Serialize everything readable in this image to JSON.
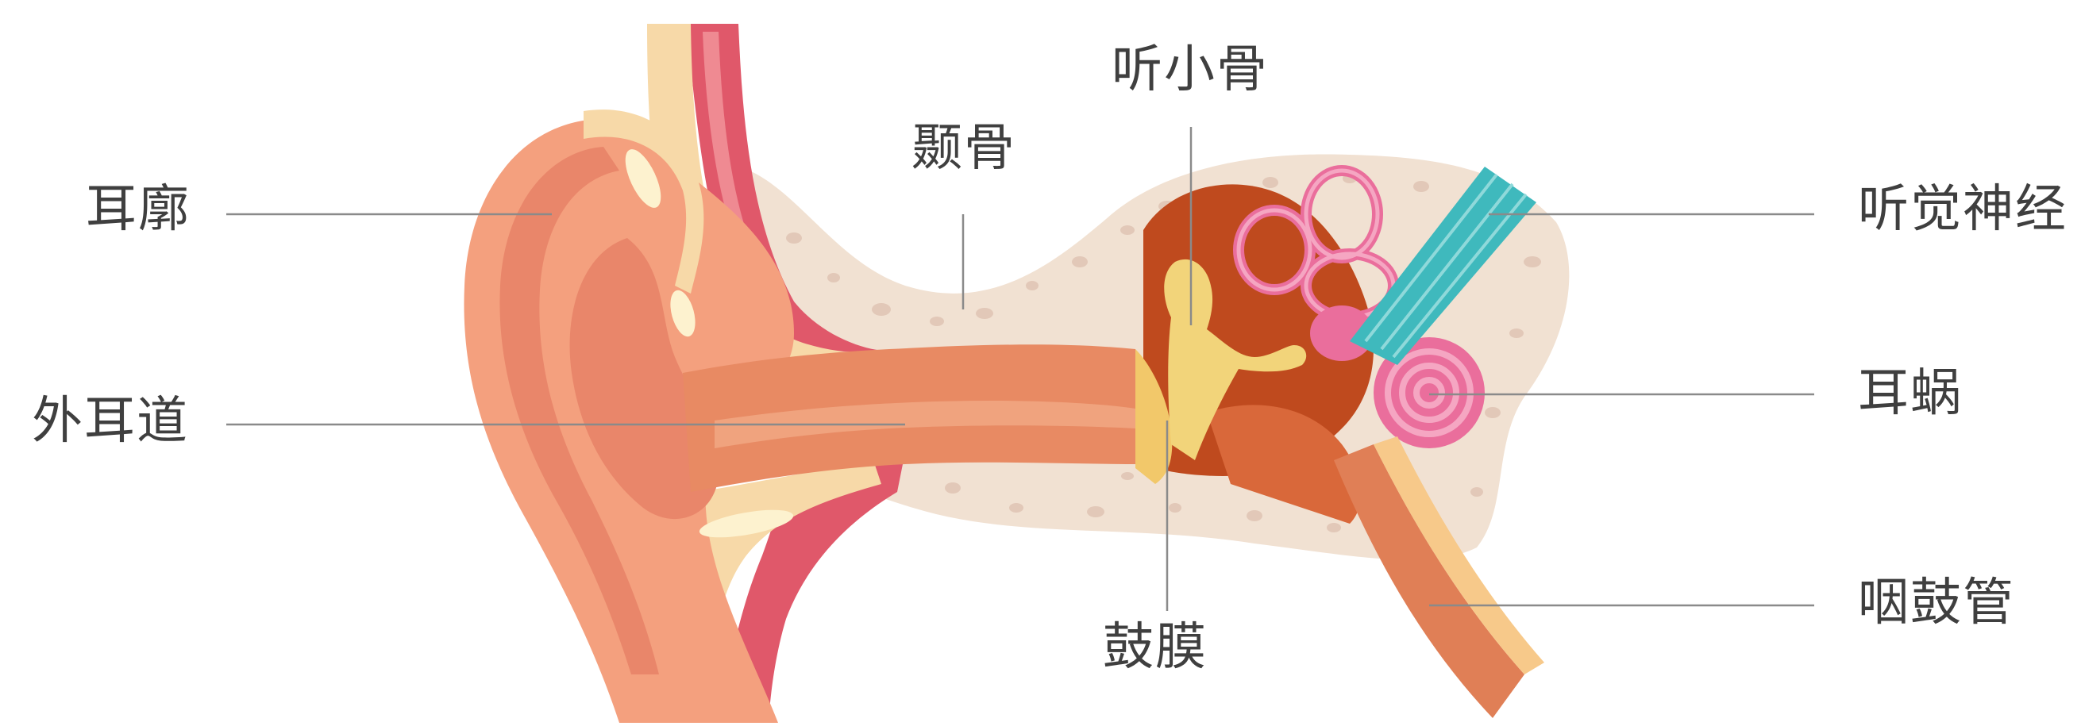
{
  "diagram": {
    "labels": {
      "auricle": "耳廓",
      "ear_canal": "外耳道",
      "temporal_bone": "颞骨",
      "ossicles": "听小骨",
      "eardrum": "鼓膜",
      "auditory_nerve": "听觉神经",
      "cochlea": "耳蜗",
      "eustachian_tube": "咽鼓管"
    },
    "colors": {
      "skin_outer": "#f4a07e",
      "skin_inner": "#e9866a",
      "cartilage": "#f7d9a8",
      "cartilage_highlight": "#fdf2cf",
      "muscle": "#e0586a",
      "muscle_light": "#ef8a92",
      "bone": "#f1e1d2",
      "bone_dots": "#e2c8b8",
      "canal": "#e88a63",
      "middle_ear": "#bf4a1e",
      "ossicle": "#f2d47a",
      "labyrinth": "#ea6e9c",
      "labyrinth_light": "#f5a6c2",
      "nerve": "#3fb9bd",
      "tube": "#e07f56",
      "leader_line": "#8a8a8a",
      "text": "#3f3f3f"
    }
  }
}
